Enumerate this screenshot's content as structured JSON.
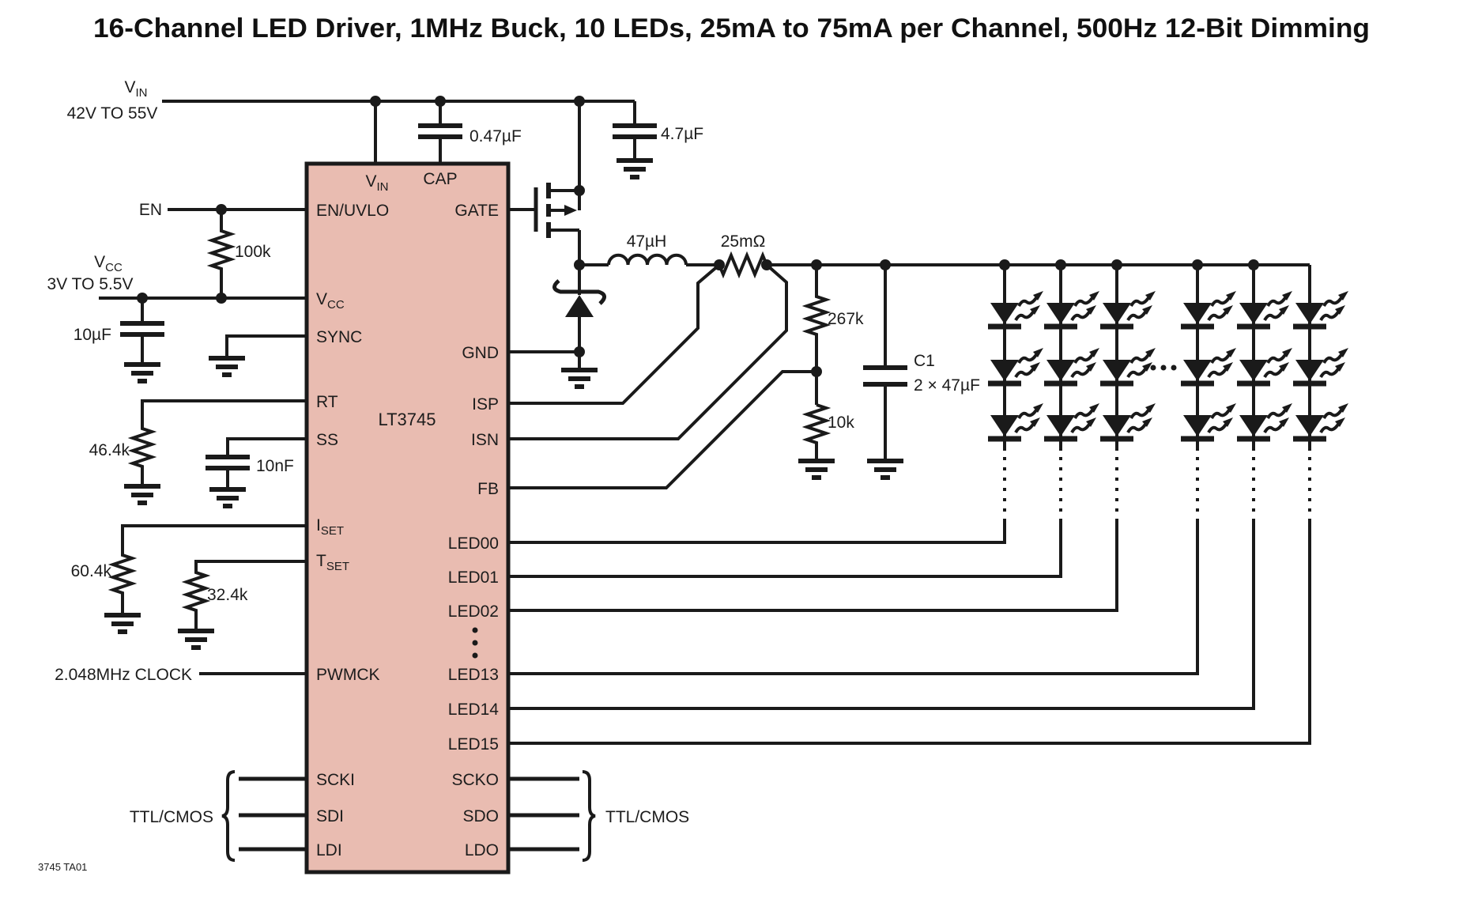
{
  "title": "16-Channel LED Driver, 1MHz Buck, 10 LEDs, 25mA to 75mA per Channel, 500Hz 12-Bit Dimming",
  "note": "3745 TA01",
  "colors": {
    "ic_fill": "#e9bcb1",
    "line": "#1a1a1a"
  },
  "ic": {
    "part": "LT3745",
    "top_pins": [
      {
        "base": "V",
        "sub": "IN"
      },
      {
        "label": "CAP"
      }
    ],
    "left_pins": [
      {
        "label": "EN/UVLO"
      },
      {
        "base": "V",
        "sub": "CC"
      },
      {
        "label": "SYNC"
      },
      {
        "label": "RT"
      },
      {
        "label": "SS"
      },
      {
        "base": "I",
        "sub": "SET"
      },
      {
        "base": "T",
        "sub": "SET"
      },
      {
        "label": "PWMCK"
      },
      {
        "label": "SCKI"
      },
      {
        "label": "SDI"
      },
      {
        "label": "LDI"
      }
    ],
    "right_pins": [
      {
        "label": "GATE"
      },
      {
        "label": "GND"
      },
      {
        "label": "ISP"
      },
      {
        "label": "ISN"
      },
      {
        "label": "FB"
      },
      {
        "label": "LED00"
      },
      {
        "label": "LED01"
      },
      {
        "label": "LED02"
      },
      {
        "label": "LED13"
      },
      {
        "label": "LED14"
      },
      {
        "label": "LED15"
      },
      {
        "label": "SCKO"
      },
      {
        "label": "SDO"
      },
      {
        "label": "LDO"
      }
    ]
  },
  "labels": {
    "vin": {
      "base": "V",
      "sub": "IN"
    },
    "vin_range": "42V TO 55V",
    "en": "EN",
    "vcc": {
      "base": "V",
      "sub": "CC"
    },
    "vcc_range": "3V TO 5.5V",
    "clock": "2.048MHz CLOCK",
    "ttl_left": "TTL/CMOS",
    "ttl_right": "TTL/CMOS"
  },
  "values": {
    "cap_pin_cap": "0.47µF",
    "vin_cap": "4.7µF",
    "en_resistor": "100k",
    "vcc_cap": "10µF",
    "rt_resistor": "46.4k",
    "ss_cap": "10nF",
    "iset_resistor": "60.4k",
    "tset_resistor": "32.4k",
    "inductor": "47µH",
    "sense_resistor": "25mΩ",
    "fb_top_resistor": "267k",
    "fb_bottom_resistor": "10k",
    "out_cap_name": "C1",
    "out_cap_value": "2 × 47µF"
  }
}
